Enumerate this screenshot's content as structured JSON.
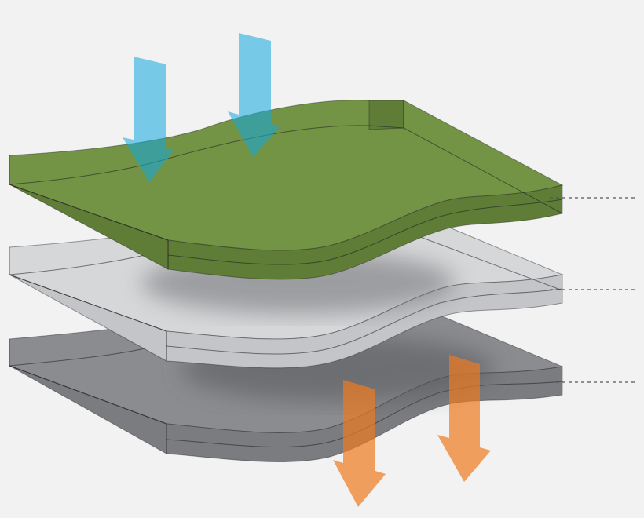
{
  "diagram": {
    "description_type": "layered-material-cross-section",
    "layers": [
      {
        "name": "top-layer",
        "color": "#739445",
        "side_color": "#5f7d37",
        "opacity": 1
      },
      {
        "name": "middle-layer",
        "color": "#d6d7d9",
        "side_color": "#c4c5c8",
        "opacity": 1
      },
      {
        "name": "bottom-layer",
        "color": "#8b8c90",
        "side_color": "#7b7c80",
        "opacity": 1
      }
    ],
    "arrows_in": {
      "count": 2,
      "direction": "down",
      "color": "#12a8e0",
      "icon": "arrow-down-icon"
    },
    "arrows_out": {
      "count": 2,
      "direction": "down",
      "color": "#f07a20",
      "icon": "arrow-down-icon"
    },
    "leader_lines": {
      "count": 3,
      "style": "dashed"
    }
  }
}
